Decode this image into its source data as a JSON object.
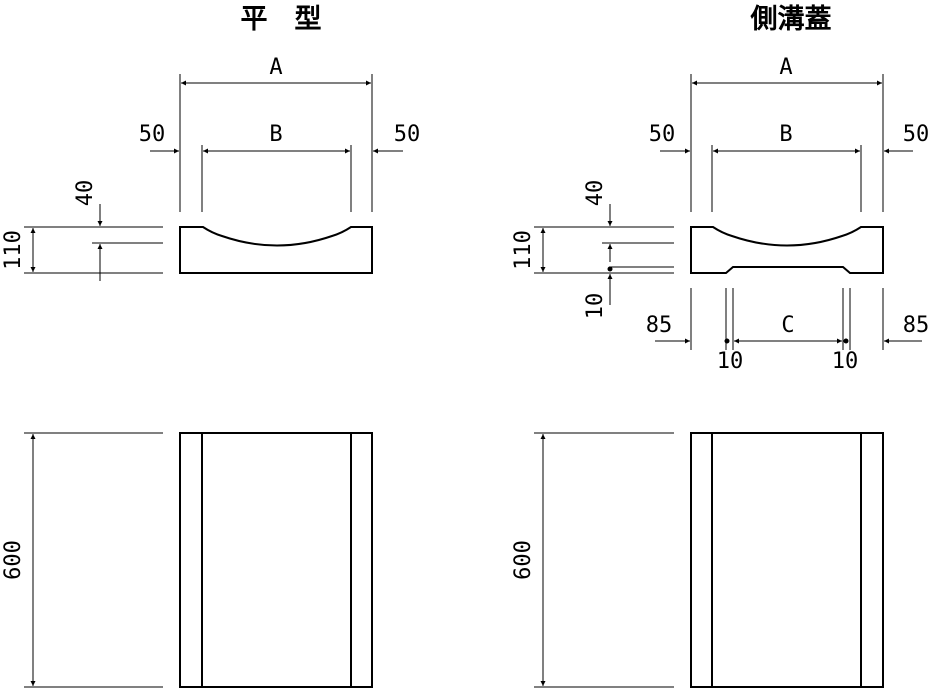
{
  "diagram": {
    "left": {
      "title": "平　型",
      "dims": {
        "A": "A",
        "B": "B",
        "side_left": "50",
        "side_right": "50",
        "height": "110",
        "depth": "40",
        "length": "600"
      }
    },
    "right": {
      "title": "側溝蓋",
      "dims": {
        "A": "A",
        "B": "B",
        "C": "C",
        "side_left": "50",
        "side_right": "50",
        "height": "110",
        "depth": "40",
        "bottom": "10",
        "outer_left": "85",
        "outer_right": "85",
        "notch_left": "10",
        "notch_right": "10",
        "length": "600"
      }
    }
  }
}
